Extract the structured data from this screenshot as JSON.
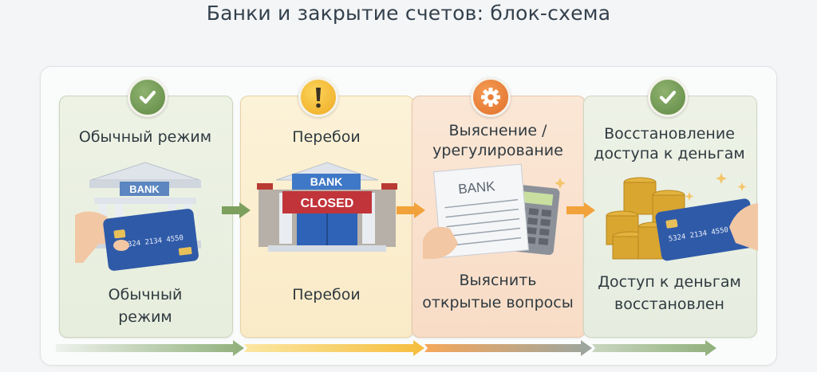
{
  "title": "Банки и закрытие счетов: блок-схема",
  "steps": [
    {
      "status_icon": "check-icon",
      "color": "#6f9a52",
      "heading": "Обычный режим",
      "illustration": {
        "bank_sign": "BANK",
        "card_number": "5324 2134 4550"
      },
      "footer_line1": "Обычный",
      "footer_line2": "режим"
    },
    {
      "status_icon": "exclamation-icon",
      "color": "#f2b532",
      "heading": "Перебои",
      "illustration": {
        "bank_sign": "BANK",
        "banner": "CLOSED"
      },
      "footer_line1": "Перебои",
      "footer_line2": ""
    },
    {
      "status_icon": "gear-icon",
      "color": "#e8803a",
      "heading_line1": "Выяснение /",
      "heading_line2": "урегулирование",
      "illustration": {
        "document_header": "BANK"
      },
      "footer_line1": "Выяснить",
      "footer_line2": "открытые вопросы"
    },
    {
      "status_icon": "check-icon",
      "color": "#6f9a52",
      "heading_line1": "Восстановление",
      "heading_line2": "доступа к деньгам",
      "illustration": {
        "card_number": "5324 2134 4550"
      },
      "footer_line1": "Доступ к деньгам",
      "footer_line2": "восстановлен"
    }
  ],
  "connectors": [
    {
      "from": 1,
      "to": 2,
      "color": "#7da05e"
    },
    {
      "from": 2,
      "to": 3,
      "color": "#f2a23a"
    },
    {
      "from": 3,
      "to": 4,
      "color": "#f2a23a"
    }
  ],
  "progress_segments": [
    {
      "from": "#dfe6dc",
      "to": "#8fb07a"
    },
    {
      "from": "#fbe7a3",
      "to": "#f6bd3c"
    },
    {
      "from": "#f5a75a",
      "to": "#9aa5a0"
    },
    {
      "from": "#c9d6c0",
      "to": "#8fb07a"
    }
  ]
}
